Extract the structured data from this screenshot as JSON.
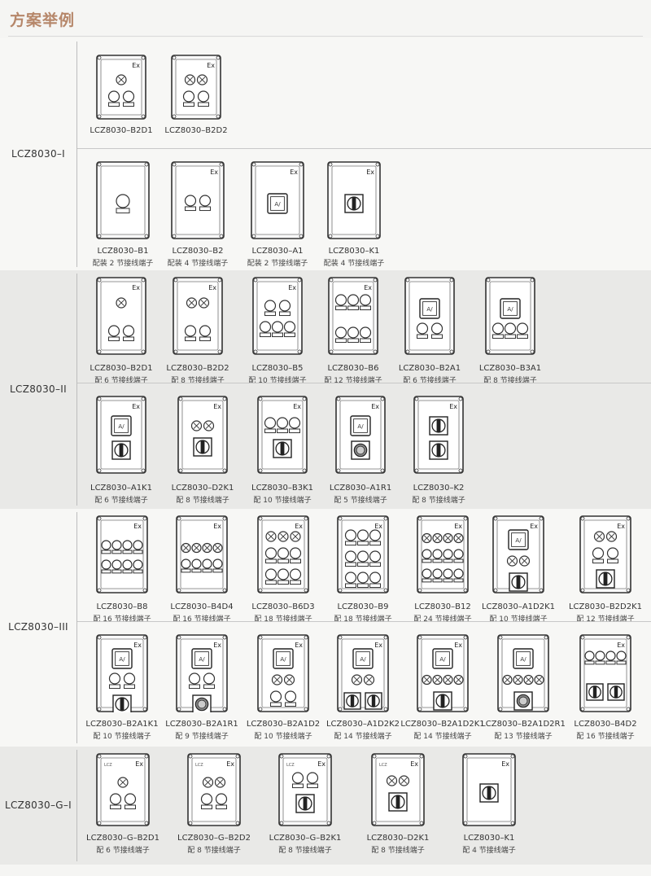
{
  "page_title": "方案举例",
  "sections": [
    {
      "label": "LCZ8030–I",
      "rows": [
        [
          {
            "model": "LCZ8030–B2D1",
            "term": "",
            "ex": "Ex",
            "components": [
              "lamp",
              "button2"
            ]
          },
          {
            "model": "LCZ8030–B2D2",
            "term": "",
            "ex": "Ex",
            "components": [
              "lamp2",
              "button2"
            ]
          }
        ],
        [
          {
            "model": "LCZ8030–B1",
            "term": "配装 2 节接线端子",
            "ex": "",
            "components": [
              "button1"
            ]
          },
          {
            "model": "LCZ8030–B2",
            "term": "配装 4 节接线端子",
            "ex": "Ex",
            "components": [
              "button2"
            ]
          },
          {
            "model": "LCZ8030–A1",
            "term": "配装 2 节接线端子",
            "ex": "Ex",
            "components": [
              "meter"
            ]
          },
          {
            "model": "LCZ8030–K1",
            "term": "配装 4 节接线端子",
            "ex": "Ex",
            "components": [
              "switch"
            ]
          }
        ]
      ]
    },
    {
      "label": "LCZ8030–II",
      "rows": [
        [
          {
            "model": "LCZ8030–B2D1",
            "term": "配 6 节接线端子",
            "ex": "Ex",
            "components": [
              "lamp",
              "spacer",
              "button2"
            ]
          },
          {
            "model": "LCZ8030–B2D2",
            "term": "配 8 节接线端子",
            "ex": "Ex",
            "components": [
              "lamp2",
              "spacer",
              "button2"
            ]
          },
          {
            "model": "LCZ8030–B5",
            "term": "配 10 节接线端子",
            "ex": "Ex",
            "components": [
              "button2",
              "button3"
            ]
          },
          {
            "model": "LCZ8030–B6",
            "term": "配 12 节接线端子",
            "ex": "Ex",
            "components": [
              "button3",
              "spacer",
              "button3"
            ]
          },
          {
            "model": "LCZ8030–B2A1",
            "term": "配 6 节接线端子",
            "ex": "",
            "components": [
              "meter",
              "button2"
            ]
          },
          {
            "model": "LCZ8030–B3A1",
            "term": "配 8 节接线端子",
            "ex": "",
            "components": [
              "meter",
              "button3"
            ]
          }
        ],
        [
          {
            "model": "LCZ8030–A1K1",
            "term": "配 6 节接线端子",
            "ex": "Ex",
            "components": [
              "meter",
              "switch"
            ]
          },
          {
            "model": "LCZ8030–D2K1",
            "term": "配 8 节接线端子",
            "ex": "Ex",
            "components": [
              "lamp2",
              "switch"
            ]
          },
          {
            "model": "LCZ8030–B3K1",
            "term": "配 10 节接线端子",
            "ex": "Ex",
            "components": [
              "button3",
              "switch"
            ]
          },
          {
            "model": "LCZ8030–A1R1",
            "term": "配 5 节接线端子",
            "ex": "Ex",
            "components": [
              "meter",
              "round"
            ]
          },
          {
            "model": "LCZ8030–K2",
            "term": "配 8 节接线端子",
            "ex": "Ex",
            "components": [
              "switch",
              "switch"
            ]
          }
        ]
      ]
    },
    {
      "label": "LCZ8030–III",
      "rows": [
        [
          {
            "model": "LCZ8030–B8",
            "term": "配 16 节接线端子",
            "ex": "Ex",
            "components": [
              "button4",
              "button4"
            ]
          },
          {
            "model": "LCZ8030–B4D4",
            "term": "配 16 节接线端子",
            "ex": "Ex",
            "components": [
              "lamp4",
              "button4"
            ]
          },
          {
            "model": "LCZ8030–B6D3",
            "term": "配 18 节接线端子",
            "ex": "Ex",
            "components": [
              "lamp3",
              "button3",
              "button3"
            ]
          },
          {
            "model": "LCZ8030–B9",
            "term": "配 18 节接线端子",
            "ex": "Ex",
            "components": [
              "button3",
              "button3",
              "button3"
            ]
          },
          {
            "model": "LCZ8030–B12",
            "term": "配 24 节接线端子",
            "ex": "Ex",
            "components": [
              "lamp4",
              "button4",
              "button4"
            ]
          },
          {
            "model": "LCZ8030–A1D2K1",
            "term": "配 10 节接线端子",
            "ex": "Ex",
            "components": [
              "meter",
              "lamp2",
              "switch"
            ]
          },
          {
            "model": "LCZ8030–B2D2K1",
            "term": "配 12 节接线端子",
            "ex": "Ex",
            "components": [
              "lamp2",
              "button2",
              "switch"
            ]
          }
        ],
        [
          {
            "model": "LCZ8030–B2A1K1",
            "term": "配 10 节接线端子",
            "ex": "Ex",
            "components": [
              "meter",
              "button2",
              "switch"
            ]
          },
          {
            "model": "LCZ8030–B2A1R1",
            "term": "配 9 节接线端子",
            "ex": "Ex",
            "components": [
              "meter",
              "button2",
              "round"
            ]
          },
          {
            "model": "LCZ8030–B2A1D2",
            "term": "配 10 节接线端子",
            "ex": "Ex",
            "components": [
              "meter",
              "lamp2",
              "button2"
            ]
          },
          {
            "model": "LCZ8030–A1D2K2",
            "term": "配 14 节接线端子",
            "ex": "Ex",
            "components": [
              "meter",
              "lamp2",
              "switch2"
            ]
          },
          {
            "model": "LCZ8030–B2A1D2K1",
            "term": "配 14 节接线端子",
            "ex": "Ex",
            "components": [
              "meter",
              "lamp4",
              "switch"
            ]
          },
          {
            "model": "LCZ8030–B2A1D2R1",
            "term": "配 13 节接线端子",
            "ex": "",
            "components": [
              "meter",
              "lamp4",
              "round"
            ]
          },
          {
            "model": "LCZ8030–B4D2",
            "term": "配 16 节接线端子",
            "ex": "Ex",
            "components": [
              "button4",
              "spacer",
              "switch2"
            ]
          }
        ]
      ]
    },
    {
      "label": "LCZ8030–G–I",
      "rows": [
        [
          {
            "model": "LCZ8030–G–B2D1",
            "term": "配 6 节接线端子",
            "ex": "Ex",
            "brand": "LCZ",
            "components": [
              "lamp",
              "button2"
            ]
          },
          {
            "model": "LCZ8030–G–B2D2",
            "term": "配 8 节接线端子",
            "ex": "Ex",
            "brand": "LCZ",
            "components": [
              "lamp2",
              "button2"
            ]
          },
          {
            "model": "LCZ8030–G–B2K1",
            "term": "配 8 节接线端子",
            "ex": "Ex",
            "brand": "LCZ",
            "components": [
              "button2",
              "switch"
            ]
          },
          {
            "model": "LCZ8030–D2K1",
            "term": "配 8 节接线端子",
            "ex": "Ex",
            "brand": "LCZ",
            "components": [
              "lamp2",
              "switch"
            ]
          },
          {
            "model": "LCZ8030–K1",
            "term": "配 4 节接线端子",
            "ex": "Ex",
            "brand": "",
            "components": [
              "switch"
            ]
          }
        ]
      ]
    }
  ]
}
